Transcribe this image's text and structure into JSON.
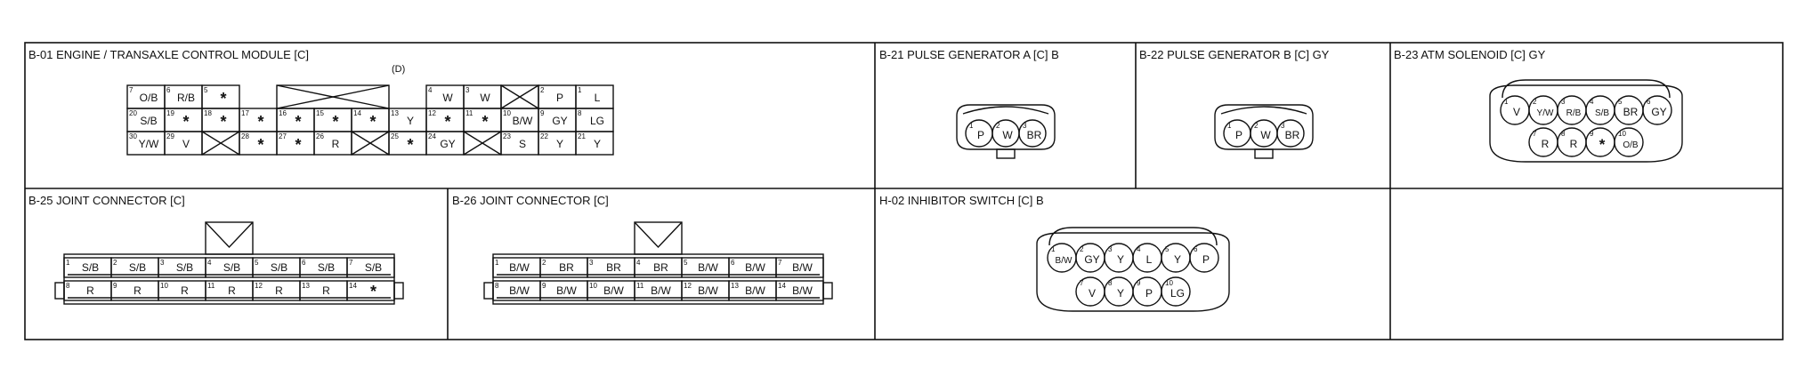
{
  "panels": {
    "b01": {
      "title": "B-01 ENGINE / TRANSAXLE CONTROL MODULE [C]",
      "note": "(D)",
      "pins": [
        {
          "n": "7",
          "l": "O/B"
        },
        {
          "n": "6",
          "l": "R/B"
        },
        {
          "n": "5",
          "l": "*"
        },
        {
          "n": "4",
          "l": "W"
        },
        {
          "n": "3",
          "l": "W"
        },
        {
          "n": "2",
          "l": "P"
        },
        {
          "n": "1",
          "l": "L"
        },
        {
          "n": "20",
          "l": "S/B"
        },
        {
          "n": "19",
          "l": "*"
        },
        {
          "n": "18",
          "l": "*"
        },
        {
          "n": "17",
          "l": "*"
        },
        {
          "n": "16",
          "l": "*"
        },
        {
          "n": "15",
          "l": "*"
        },
        {
          "n": "14",
          "l": "*"
        },
        {
          "n": "13",
          "l": "Y"
        },
        {
          "n": "12",
          "l": "*"
        },
        {
          "n": "11",
          "l": "*"
        },
        {
          "n": "10",
          "l": "B/W"
        },
        {
          "n": "9",
          "l": "GY"
        },
        {
          "n": "8",
          "l": "LG"
        },
        {
          "n": "30",
          "l": "Y/W"
        },
        {
          "n": "29",
          "l": "V"
        },
        {
          "n": "28",
          "l": "*"
        },
        {
          "n": "27",
          "l": "*"
        },
        {
          "n": "26",
          "l": "R"
        },
        {
          "n": "25",
          "l": "*"
        },
        {
          "n": "24",
          "l": "GY"
        },
        {
          "n": "23",
          "l": "S"
        },
        {
          "n": "22",
          "l": "Y"
        },
        {
          "n": "21",
          "l": "Y"
        }
      ]
    },
    "b21": {
      "title": "B-21 PULSE GENERATOR A [C] B",
      "pins": [
        {
          "n": "1",
          "l": "P"
        },
        {
          "n": "2",
          "l": "W"
        },
        {
          "n": "3",
          "l": "BR"
        }
      ]
    },
    "b22": {
      "title": "B-22 PULSE GENERATOR B [C] GY",
      "pins": [
        {
          "n": "1",
          "l": "P"
        },
        {
          "n": "2",
          "l": "W"
        },
        {
          "n": "3",
          "l": "BR"
        }
      ]
    },
    "b23": {
      "title": "B-23 ATM SOLENOID [C] GY",
      "pins": [
        {
          "n": "1",
          "l": "V"
        },
        {
          "n": "2",
          "l": "Y/W"
        },
        {
          "n": "3",
          "l": "R/B"
        },
        {
          "n": "4",
          "l": "S/B"
        },
        {
          "n": "5",
          "l": "BR"
        },
        {
          "n": "6",
          "l": "GY"
        },
        {
          "n": "7",
          "l": "R"
        },
        {
          "n": "8",
          "l": "R"
        },
        {
          "n": "9",
          "l": "*"
        },
        {
          "n": "10",
          "l": "O/B"
        }
      ]
    },
    "b25": {
      "title": "B-25 JOINT CONNECTOR [C]",
      "pins": [
        {
          "n": "1",
          "l": "S/B"
        },
        {
          "n": "2",
          "l": "S/B"
        },
        {
          "n": "3",
          "l": "S/B"
        },
        {
          "n": "4",
          "l": "S/B"
        },
        {
          "n": "5",
          "l": "S/B"
        },
        {
          "n": "6",
          "l": "S/B"
        },
        {
          "n": "7",
          "l": "S/B"
        },
        {
          "n": "8",
          "l": "R"
        },
        {
          "n": "9",
          "l": "R"
        },
        {
          "n": "10",
          "l": "R"
        },
        {
          "n": "11",
          "l": "R"
        },
        {
          "n": "12",
          "l": "R"
        },
        {
          "n": "13",
          "l": "R"
        },
        {
          "n": "14",
          "l": "*"
        }
      ]
    },
    "b26": {
      "title": "B-26 JOINT CONNECTOR [C]",
      "pins": [
        {
          "n": "1",
          "l": "B/W"
        },
        {
          "n": "2",
          "l": "BR"
        },
        {
          "n": "3",
          "l": "BR"
        },
        {
          "n": "4",
          "l": "BR"
        },
        {
          "n": "5",
          "l": "B/W"
        },
        {
          "n": "6",
          "l": "B/W"
        },
        {
          "n": "7",
          "l": "B/W"
        },
        {
          "n": "8",
          "l": "B/W"
        },
        {
          "n": "9",
          "l": "B/W"
        },
        {
          "n": "10",
          "l": "B/W"
        },
        {
          "n": "11",
          "l": "B/W"
        },
        {
          "n": "12",
          "l": "B/W"
        },
        {
          "n": "13",
          "l": "B/W"
        },
        {
          "n": "14",
          "l": "B/W"
        }
      ]
    },
    "h02": {
      "title": "H-02 INHIBITOR SWITCH [C] B",
      "pins": [
        {
          "n": "1",
          "l": "B/W"
        },
        {
          "n": "2",
          "l": "GY"
        },
        {
          "n": "3",
          "l": "Y"
        },
        {
          "n": "4",
          "l": "L"
        },
        {
          "n": "5",
          "l": "Y"
        },
        {
          "n": "6",
          "l": "P"
        },
        {
          "n": "7",
          "l": "V"
        },
        {
          "n": "8",
          "l": "Y"
        },
        {
          "n": "9",
          "l": "P"
        },
        {
          "n": "10",
          "l": "LG"
        }
      ]
    }
  }
}
